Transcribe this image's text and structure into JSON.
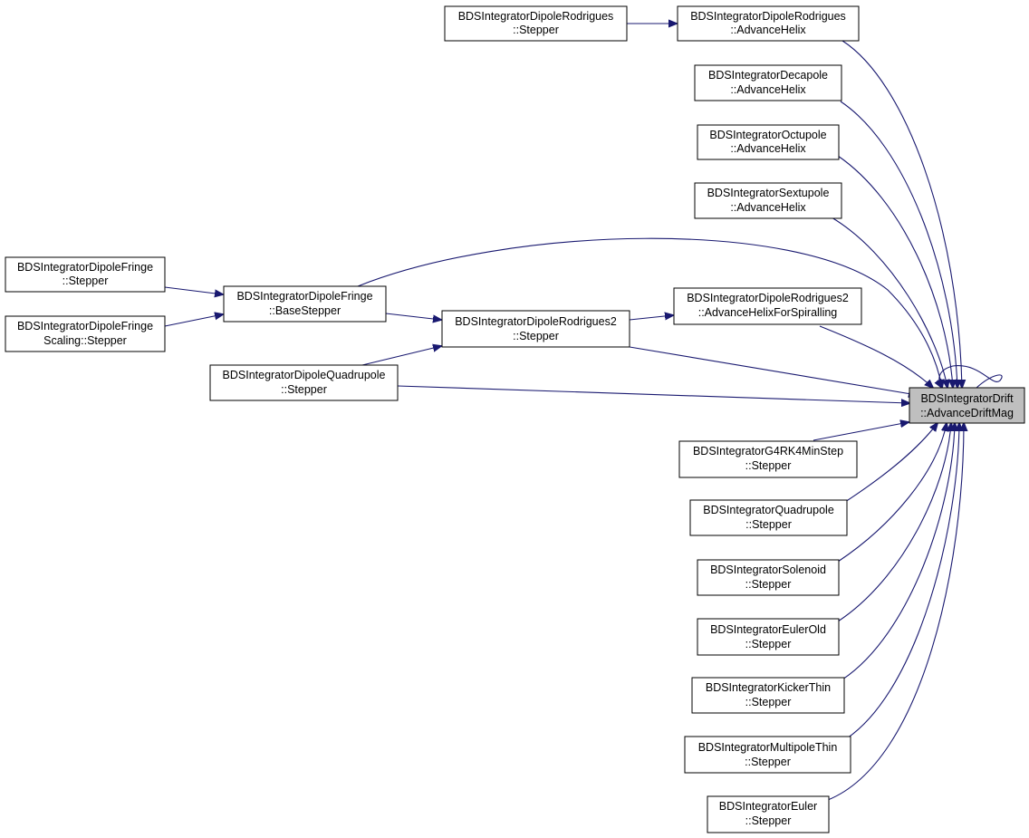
{
  "graph": {
    "nodes": {
      "drift": {
        "line1": "BDSIntegratorDrift",
        "line2": "::AdvanceDriftMag"
      },
      "rodrHelix": {
        "line1": "BDSIntegratorDipoleRodrigues",
        "line2": "::AdvanceHelix"
      },
      "rodrStepper": {
        "line1": "BDSIntegratorDipoleRodrigues",
        "line2": "::Stepper"
      },
      "deca": {
        "line1": "BDSIntegratorDecapole",
        "line2": "::AdvanceHelix"
      },
      "octu": {
        "line1": "BDSIntegratorOctupole",
        "line2": "::AdvanceHelix"
      },
      "sextu": {
        "line1": "BDSIntegratorSextupole",
        "line2": "::AdvanceHelix"
      },
      "fringeStepper": {
        "line1": "BDSIntegratorDipoleFringe",
        "line2": "::Stepper"
      },
      "fringeBase": {
        "line1": "BDSIntegratorDipoleFringe",
        "line2": "::BaseStepper"
      },
      "fringeScaling": {
        "line1": "BDSIntegratorDipoleFringe",
        "line2": "Scaling::Stepper"
      },
      "rodr2Spiral": {
        "line1": "BDSIntegratorDipoleRodrigues2",
        "line2": "::AdvanceHelixForSpiralling"
      },
      "rodr2Stepper": {
        "line1": "BDSIntegratorDipoleRodrigues2",
        "line2": "::Stepper"
      },
      "dipQuad": {
        "line1": "BDSIntegratorDipoleQuadrupole",
        "line2": "::Stepper"
      },
      "g4rk4": {
        "line1": "BDSIntegratorG4RK4MinStep",
        "line2": "::Stepper"
      },
      "quad": {
        "line1": "BDSIntegratorQuadrupole",
        "line2": "::Stepper"
      },
      "sol": {
        "line1": "BDSIntegratorSolenoid",
        "line2": "::Stepper"
      },
      "eulerOld": {
        "line1": "BDSIntegratorEulerOld",
        "line2": "::Stepper"
      },
      "kicker": {
        "line1": "BDSIntegratorKickerThin",
        "line2": "::Stepper"
      },
      "multipole": {
        "line1": "BDSIntegratorMultipoleThin",
        "line2": "::Stepper"
      },
      "euler": {
        "line1": "BDSIntegratorEuler",
        "line2": "::Stepper"
      }
    },
    "colors": {
      "edge": "#191970",
      "focus_fill": "#bfbfbf",
      "node_stroke": "#000000"
    }
  }
}
